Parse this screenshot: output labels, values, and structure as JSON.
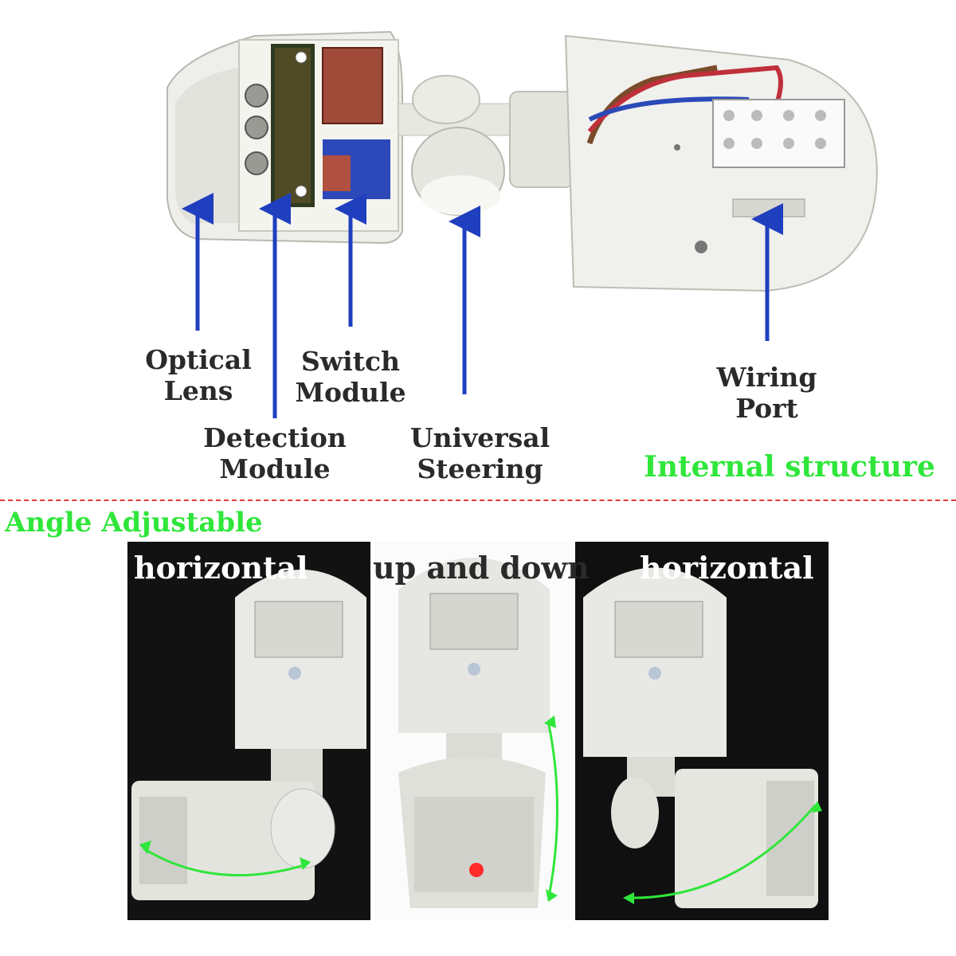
{
  "labels": {
    "optical_lens": [
      "Optical",
      "Lens"
    ],
    "detection_module": [
      "Detection",
      "Module"
    ],
    "switch_module": [
      "Switch",
      "Module"
    ],
    "universal_steering": [
      "Universal",
      "Steering"
    ],
    "wiring_port": [
      "Wiring",
      "Port"
    ]
  },
  "section_titles": {
    "internal": "Internal structure",
    "angle": "Angle Adjustable"
  },
  "photo_labels": {
    "left": "horizontal",
    "middle": "up and down",
    "right": "horizontal"
  },
  "colors": {
    "arrow_blue": "#1f3fbf",
    "accent_green": "#2fe63a",
    "divider_red": "#e03a3a"
  }
}
